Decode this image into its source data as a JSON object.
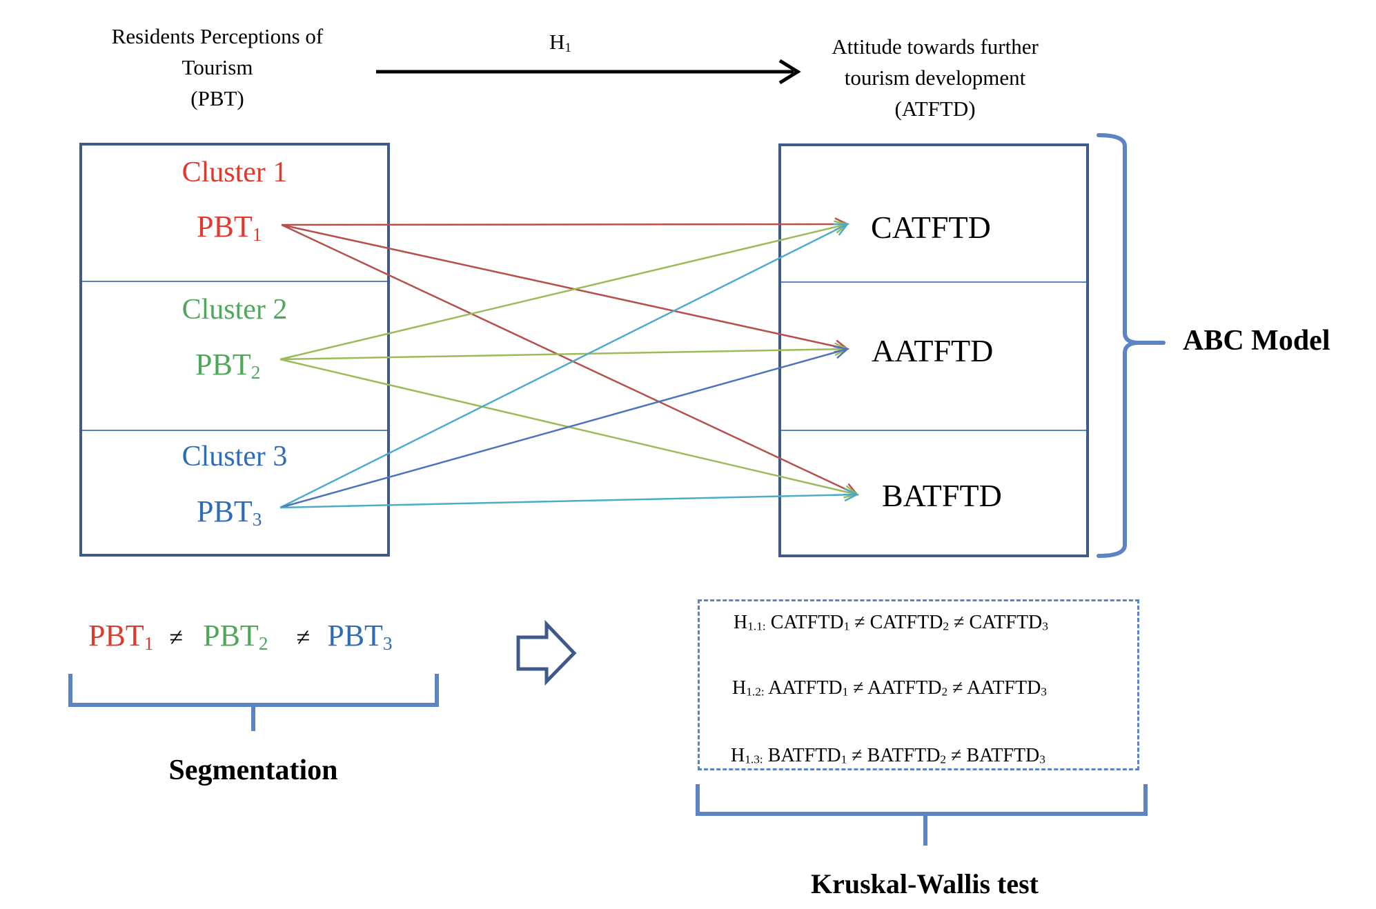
{
  "header": {
    "left_title_lines": [
      "Residents Perceptions of",
      "Tourism",
      "(PBT)"
    ],
    "right_title_lines": [
      "Attitude towards further",
      "tourism development",
      "(ATFTD)"
    ],
    "hypothesis_label": "H",
    "hypothesis_sub": "1"
  },
  "colors": {
    "cluster1": "#e03a2f",
    "cluster2": "#4fa85a",
    "cluster3": "#2f6cb8",
    "line1": "#b5504d",
    "line2": "#9cbb58",
    "line3a": "#4bacc6",
    "line3b": "#4f72bd",
    "box_border": "#3e5a8a",
    "bracket": "#5b84c4"
  },
  "clusters": [
    {
      "title": "Cluster 1",
      "pbt": "PBT",
      "sub": "1"
    },
    {
      "title": "Cluster 2",
      "pbt": "PBT",
      "sub": "2"
    },
    {
      "title": "Cluster 3",
      "pbt": "PBT",
      "sub": "3"
    }
  ],
  "attitudes": [
    {
      "label": "CATFTD"
    },
    {
      "label": "AATFTD"
    },
    {
      "label": "BATFTD"
    }
  ],
  "connections": [
    {
      "from": 1,
      "to": "CATFTD"
    },
    {
      "from": 1,
      "to": "AATFTD"
    },
    {
      "from": 1,
      "to": "BATFTD"
    },
    {
      "from": 2,
      "to": "CATFTD"
    },
    {
      "from": 2,
      "to": "AATFTD"
    },
    {
      "from": 2,
      "to": "BATFTD"
    },
    {
      "from": 3,
      "to": "CATFTD"
    },
    {
      "from": 3,
      "to": "AATFTD"
    },
    {
      "from": 3,
      "to": "BATFTD"
    }
  ],
  "abc_model_label": "ABC Model",
  "segmentation": {
    "items": [
      {
        "pbt": "PBT",
        "sub": "1"
      },
      {
        "pbt": "PBT",
        "sub": "2"
      },
      {
        "pbt": "PBT",
        "sub": "3"
      }
    ],
    "neq": "≠",
    "label": "Segmentation"
  },
  "hypotheses": [
    {
      "h": "H",
      "hsub": "1.1:",
      "parts": [
        [
          "CATFTD",
          "1"
        ],
        [
          "CATFTD",
          "2"
        ],
        [
          "CATFTD",
          "3"
        ]
      ]
    },
    {
      "h": "H",
      "hsub": "1.2:",
      "parts": [
        [
          "AATFTD",
          "1"
        ],
        [
          "AATFTD",
          "2"
        ],
        [
          "AATFTD",
          "3"
        ]
      ]
    },
    {
      "h": "H",
      "hsub": "1.3:",
      "parts": [
        [
          "BATFTD",
          "1"
        ],
        [
          "BATFTD",
          "2"
        ],
        [
          "BATFTD",
          "3"
        ]
      ]
    }
  ],
  "test_label": "Kruskal-Wallis test"
}
